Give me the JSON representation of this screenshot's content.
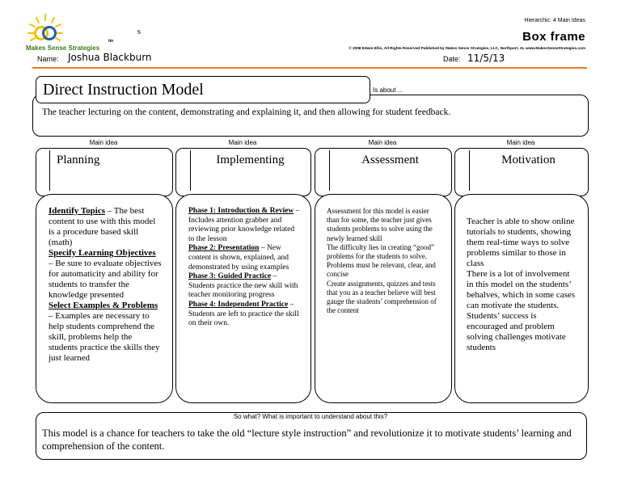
{
  "header": {
    "brand": "Makes Sense Strategies",
    "tm": "tm",
    "s_mark": "s",
    "hierarchic": "Hierarchic: 4 Main Ideas",
    "title": "Box frame",
    "copyright": "© 2008 Edwin Ellis, All Rights Reserved   Published by Makes Sense Strategies, LLC, Northport, AL   www.MakesSenseStrategies.com",
    "name_label": "Name:",
    "name_value": "Joshua Blackburn",
    "date_label": "Date:",
    "date_value": "11/5/13"
  },
  "topic": {
    "title": "Direct Instruction Model",
    "is_about_label": "Is about ...",
    "is_about_text": "The teacher lecturing on the content, demonstrating and explaining it, and then allowing for student feedback."
  },
  "main_ideas": [
    {
      "label": "Main idea",
      "title": "Planning",
      "detail": [
        {
          "heading": "Identify Topics",
          "text": " – The best content to use with this model is a procedure based skill (math)"
        },
        {
          "heading": "Specify Learning Objectives",
          "text": " – Be sure to evaluate objectives for automaticity and ability for students to transfer the knowledge presented"
        },
        {
          "heading": "Select Examples & Problems",
          "text": " – Examples are necessary to help students comprehend the skill, problems help the students practice the skills they just learned"
        }
      ]
    },
    {
      "label": "Main idea",
      "title": "Implementing",
      "detail": [
        {
          "heading": "Phase 1: Introduction & Review",
          "text": " – Includes attention grabber and reviewing prior knowledge related to the lesson"
        },
        {
          "heading": "Phase 2: Presentation",
          "text": " – New content is shown, explained, and demonstrated by using examples"
        },
        {
          "heading": "Phase 3: Guided Practice",
          "text": " – Students practice the new skill with teacher monitoring progress"
        },
        {
          "heading": "Phase 4: Independent Practice",
          "text": " – Students are left to practice the skill on their own."
        }
      ]
    },
    {
      "label": "Main idea",
      "title": "Assessment",
      "detail_lines": [
        "Assessment for this model is easier than for some, the teacher just gives students problems to solve using the newly learned skill",
        "The difficulty lies in creating “good” problems for the students to solve. Problems must be relevant, clear, and concise",
        "Create assignments, quizzes and tests that you as a teacher believe will best gauge the students’ comprehension of the content"
      ]
    },
    {
      "label": "Main idea",
      "title": "Motivation",
      "detail_lines": [
        "Teacher is able to show online tutorials to students, showing them real-time ways to solve problems similar to those in class",
        "There is a lot of involvement in this model on the students’ behalves, which in some cases can motivate the students.",
        "Students’ success is encouraged and problem solving challenges motivate students"
      ]
    }
  ],
  "so_what": {
    "label": "So what? What is important to understand about this?",
    "text": "This model is a chance for teachers to take the old “lecture style instruction” and revolutionize it to motivate students’ learning and comprehension of the content."
  },
  "colors": {
    "accent_orange": "#e8791e",
    "brand_green": "#3d7a18",
    "logo_yellow": "#f2c200",
    "logo_blue": "#1f5fa8"
  },
  "icons": {
    "logo": "sun-circles-logo-icon"
  }
}
